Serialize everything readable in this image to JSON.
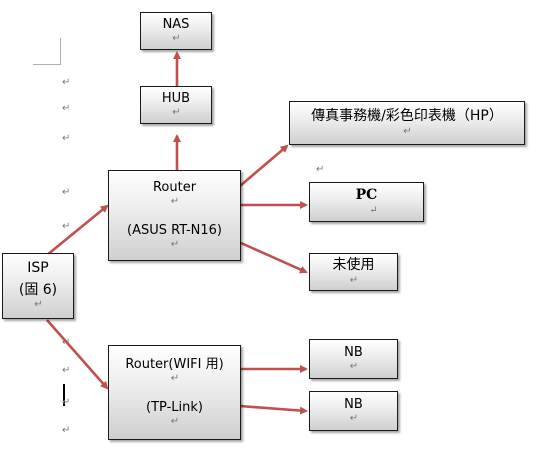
{
  "nodes": {
    "nas": {
      "lines": [
        "NAS"
      ]
    },
    "hub": {
      "lines": [
        "HUB"
      ]
    },
    "router_asus": {
      "lines": [
        "Router",
        "(ASUS RT-N16)"
      ]
    },
    "printer": {
      "lines": [
        "傳真事務機/彩色印表機（HP）"
      ]
    },
    "pc": {
      "lines": [
        "PC"
      ]
    },
    "unused": {
      "lines": [
        "未使用"
      ]
    },
    "isp": {
      "lines": [
        "ISP",
        "(固 6)"
      ]
    },
    "router_tplink": {
      "lines": [
        "Router(WIFI 用)",
        "(TP-Link)"
      ]
    },
    "nb1": {
      "lines": [
        "NB"
      ]
    },
    "nb2": {
      "lines": [
        "NB"
      ]
    }
  },
  "paragraph_mark": "↵",
  "colors": {
    "arrow": "#c0504d",
    "box_border": "#1a1a1a"
  }
}
